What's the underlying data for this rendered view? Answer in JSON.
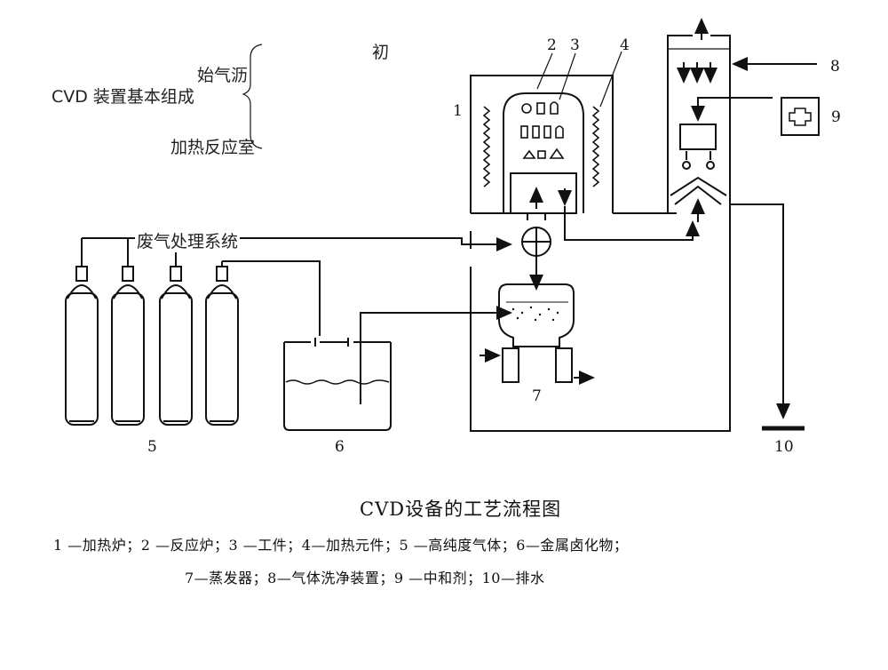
{
  "notes": {
    "top_char": "初",
    "gas_source": "始气沥",
    "main_title": "CVD 装置基本组成",
    "reaction_chamber": "加热反应室",
    "waste_gas": "废气处理系统"
  },
  "labels": {
    "n1": "1",
    "n2": "2",
    "n3": "3",
    "n4": "4",
    "n5": "5",
    "n6": "6",
    "n7": "7",
    "n8": "8",
    "n9": "9",
    "n10": "10"
  },
  "caption": "CVD设备的工艺流程图",
  "legend": {
    "line1": "1 —加热炉；2 —反应炉；3 —工件；4—加热元件；5 —高纯度气体；6—金属卤化物；",
    "line2": "7—蒸发器；8—气体洗净装置；9 —中和剂；10—排水"
  },
  "colors": {
    "ink": "#111111",
    "background": "#ffffff"
  }
}
